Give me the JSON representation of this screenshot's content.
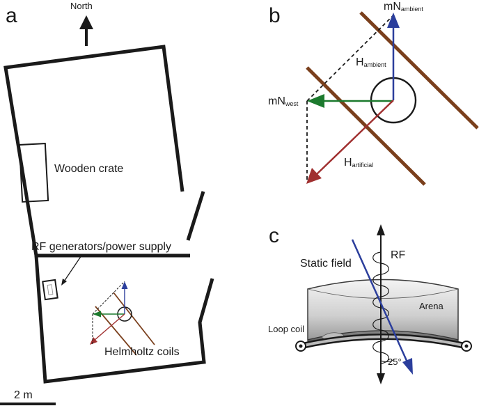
{
  "panels": {
    "a": {
      "letter": "a",
      "north": "North",
      "wooden_crate": "Wooden crate",
      "rf_generators": "RF generators/power supply",
      "helmholtz": "Helmholtz coils",
      "scale_bar": "2 m"
    },
    "b": {
      "letter": "b",
      "mN_ambient_main": "mN",
      "mN_ambient_sub": "ambient",
      "H_ambient_main": "H",
      "H_ambient_sub": "ambient",
      "mN_west_main": "mN",
      "mN_west_sub": "west",
      "H_artificial_main": "H",
      "H_artificial_sub": "artificial"
    },
    "c": {
      "letter": "c",
      "rf": "RF",
      "static_field": "Static field",
      "arena": "Arena",
      "loop_coil": "Loop coil",
      "angle": "25°"
    }
  },
  "colors": {
    "blue": "#2b3e9c",
    "green": "#1c7a2e",
    "red": "#a03030",
    "brown": "#7a3f1c",
    "ink": "#1a1a1a"
  }
}
